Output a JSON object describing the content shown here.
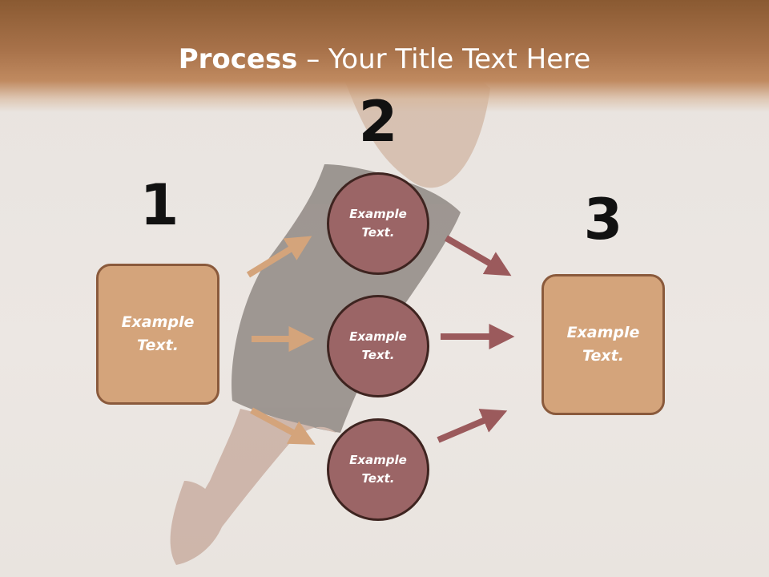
{
  "title": {
    "bold": "Process",
    "rest": " – Your Title Text Here"
  },
  "steps": {
    "one": "1",
    "two": "2",
    "three": "3"
  },
  "left_box": {
    "text": "Example Text."
  },
  "circles": [
    {
      "text": "Example Text."
    },
    {
      "text": "Example Text."
    },
    {
      "text": "Example Text."
    }
  ],
  "right_box": {
    "text": "Example Text."
  },
  "colors": {
    "title_band": "#9c6a42",
    "box_fill": "#d4a47b",
    "box_border": "#8a5a3c",
    "circle_fill": "#9b6566",
    "circle_border": "#3e2420",
    "arrow_left": "#d4a47b",
    "arrow_right": "#9b5a5c"
  }
}
